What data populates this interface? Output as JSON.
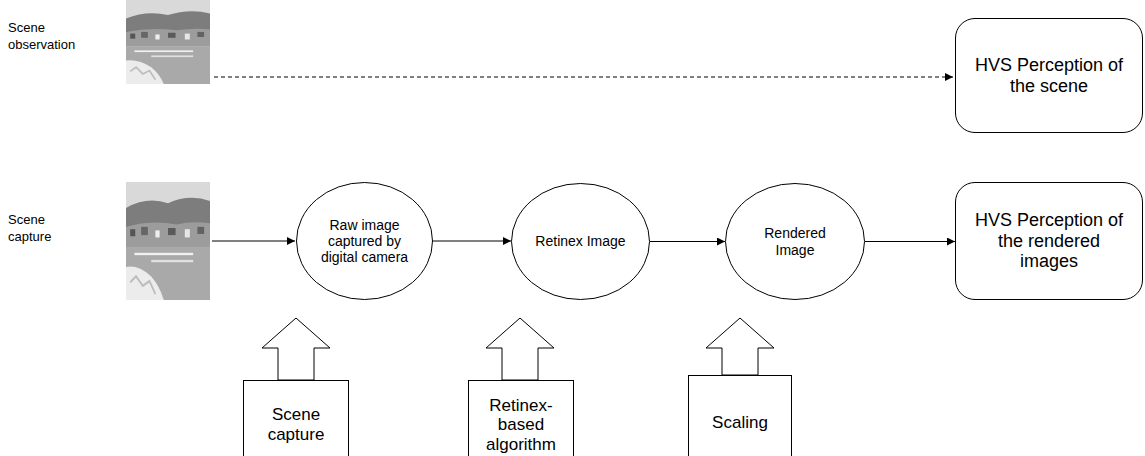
{
  "diagram": {
    "nodes": [
      {
        "text": [
          "HVS Perception of the scene"
        ]
      },
      {
        "text": [
          "Raw image captured by digital camera"
        ]
      },
      {
        "text": [
          "Retinex Image"
        ]
      },
      {
        "text": [
          "Rendered Image"
        ]
      },
      {
        "text": [
          "HVS Perception of the rendered images"
        ]
      },
      {
        "text": [
          "Scene capture"
        ]
      },
      {
        "text": [
          "Retinex-based algorithm"
        ]
      },
      {
        "text": [
          "Scaling"
        ]
      }
    ],
    "edges": [
      {
        "from": 1,
        "to": 2,
        "arrow": "to"
      },
      {
        "from": 2,
        "to": 3,
        "arrow": "to"
      },
      {
        "from": 3,
        "to": 4,
        "arrow": "to"
      }
    ],
    "labels": [
      "Scene observation",
      "Scene capture"
    ]
  }
}
